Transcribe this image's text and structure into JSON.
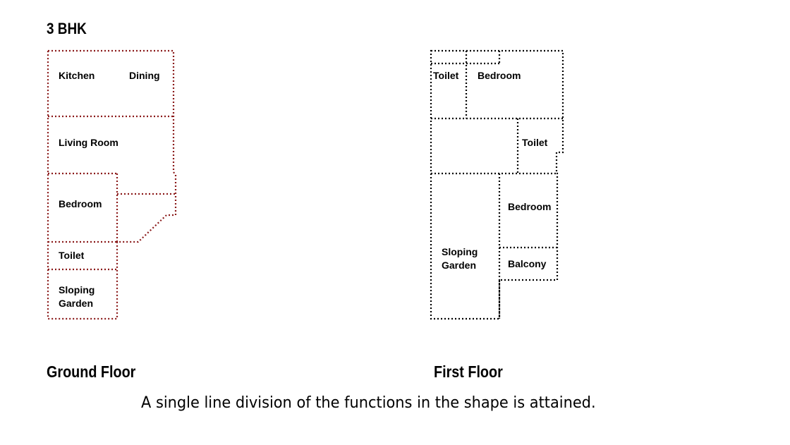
{
  "title": "3 BHK",
  "caption": "A single line division of the functions in the shape is attained.",
  "colors": {
    "ground_floor_line": "#8b1a1a",
    "first_floor_line": "#000000"
  },
  "ground_floor": {
    "label": "Ground Floor",
    "rooms": {
      "kitchen": "Kitchen",
      "dining": "Dining",
      "living_room": "Living Room",
      "bedroom": "Bedroom",
      "toilet": "Toilet",
      "sloping_garden_1": "Sloping",
      "sloping_garden_2": "Garden"
    }
  },
  "first_floor": {
    "label": "First Floor",
    "rooms": {
      "toilet_top": "Toilet",
      "bedroom_top": "Bedroom",
      "toilet_mid": "Toilet",
      "bedroom_right": "Bedroom",
      "balcony": "Balcony",
      "sloping_garden_1": "Sloping",
      "sloping_garden_2": "Garden"
    }
  }
}
